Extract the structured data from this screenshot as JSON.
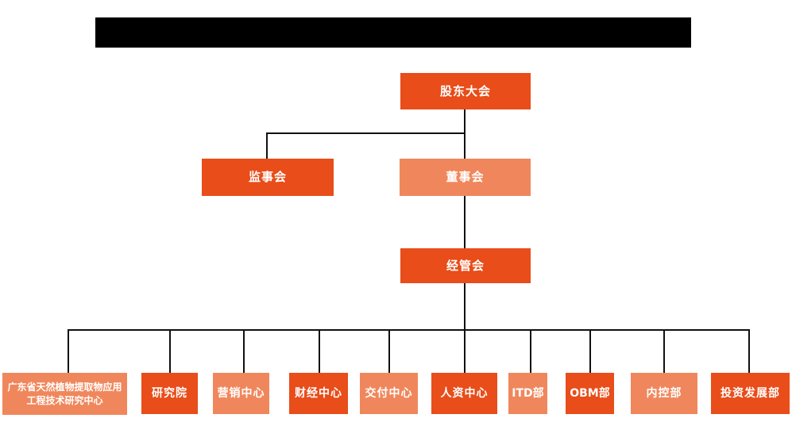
{
  "diagram": {
    "type": "org-chart",
    "colors": {
      "primary_box": "#e84d1a",
      "secondary_box": "#f0875c",
      "connector_line": "#111111",
      "box_text": "#ffffff",
      "redacted_title_bar": "#000000"
    },
    "nodes": {
      "shareholders": {
        "label": "股东大会"
      },
      "supervisory": {
        "label": "监事会"
      },
      "board": {
        "label": "董事会"
      },
      "management": {
        "label": "经管会"
      },
      "departments": [
        {
          "label": "广东省天然植物提取物应用工程技术研究中心"
        },
        {
          "label": "研究院"
        },
        {
          "label": "营销中心"
        },
        {
          "label": "财经中心"
        },
        {
          "label": "交付中心"
        },
        {
          "label": "人资中心"
        },
        {
          "label": "ITD部"
        },
        {
          "label": "OBM部"
        },
        {
          "label": "内控部"
        },
        {
          "label": "投资发展部"
        }
      ]
    }
  }
}
